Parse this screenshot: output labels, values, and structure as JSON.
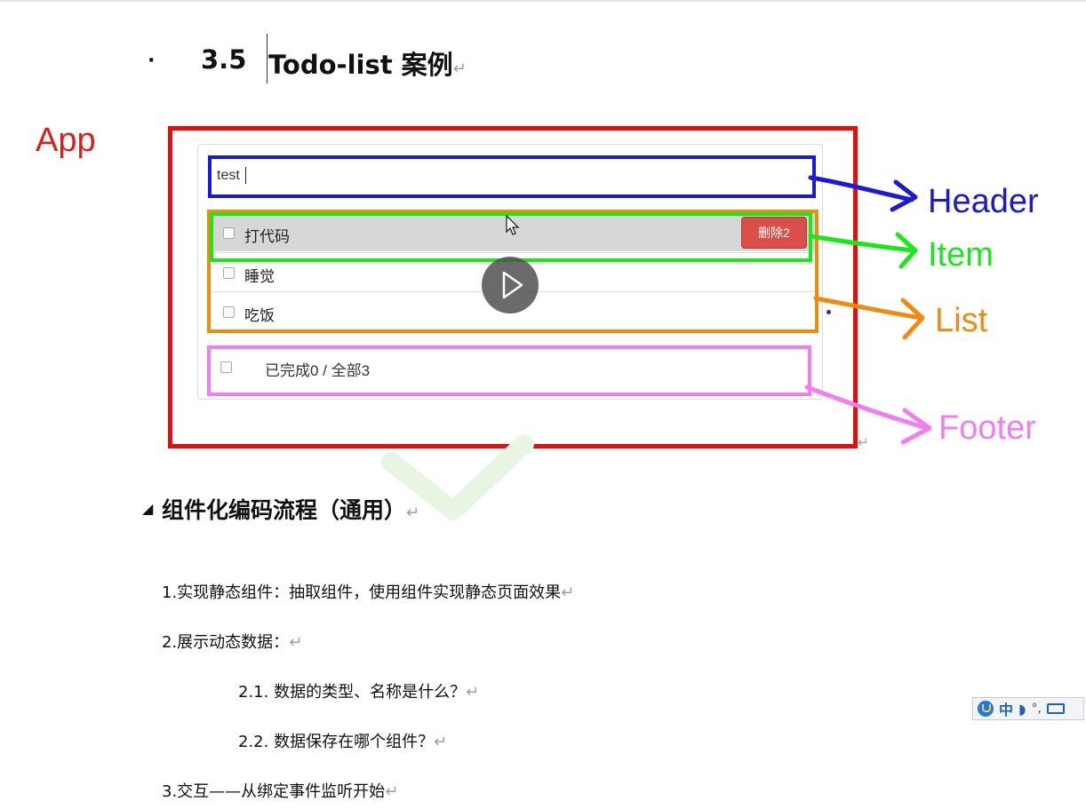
{
  "heading": {
    "bullet": "·",
    "number": "3.5",
    "title": "Todo-list 案例",
    "para_mark": "↵"
  },
  "diagram": {
    "app_label": "App",
    "header_input_value": "test",
    "items": [
      {
        "label": "打代码"
      },
      {
        "label": "睡觉"
      },
      {
        "label": "吃饭"
      }
    ],
    "delete_button": "删除2",
    "footer_text": "已完成0 / 全部3",
    "frame_para_mark": "↵",
    "annotations": {
      "header": "Header",
      "item": "Item",
      "list": "List",
      "footer": "Footer"
    },
    "colors": {
      "app": "#e01010",
      "header": "#1a1ad6",
      "item": "#18e818",
      "list": "#f08a10",
      "footer": "#f07ef0"
    }
  },
  "section4": {
    "marker": "◢",
    "title": "组件化编码流程（通用）",
    "para_mark": "↵",
    "lines": [
      {
        "text": "1.实现静态组件：抽取组件，使用组件实现静态页面效果",
        "mark": "↵"
      },
      {
        "text": "2.展示动态数据：",
        "mark": "↵"
      },
      {
        "text": "2.1.  数据的类型、名称是什么？",
        "mark": "↵"
      },
      {
        "text": "2.2.  数据保存在哪个组件？",
        "mark": "↵"
      },
      {
        "text": "3.交互——从绑定事件监听开始",
        "mark": "↵"
      }
    ]
  },
  "ime": {
    "mode": "中",
    "punct": "°,"
  }
}
